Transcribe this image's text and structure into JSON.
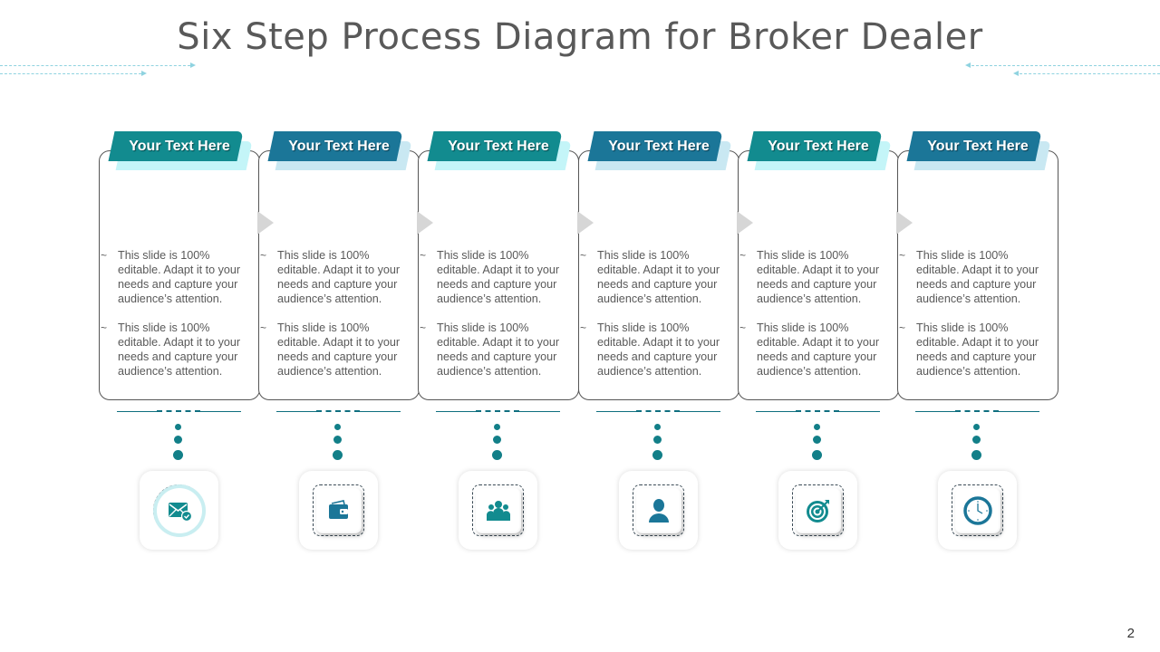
{
  "title": "Six Step Process Diagram for Broker Dealer",
  "page_number": "2",
  "colors": {
    "teal": "#128B8F",
    "teal_shadow": "#C4F5F8",
    "blue": "#1B7698",
    "blue_shadow": "#C9E8F2",
    "body_text": "#595959",
    "connector": "#127F88"
  },
  "steps": [
    {
      "heading": "Your Text Here",
      "theme": "teal",
      "icon": "email-check-icon",
      "bullets": [
        "This slide is 100% editable. Adapt it to your needs and capture your audience’s attention.",
        "This slide is 100% editable. Adapt it to your needs and capture your audience’s attention."
      ]
    },
    {
      "heading": "Your Text Here",
      "theme": "blue",
      "icon": "wallet-icon",
      "bullets": [
        "This slide is 100% editable. Adapt it to your needs and capture your audience’s attention.",
        "This slide is 100% editable. Adapt it to your needs and capture your audience’s attention."
      ]
    },
    {
      "heading": "Your Text Here",
      "theme": "teal",
      "icon": "team-icon",
      "bullets": [
        "This slide is 100% editable. Adapt it to your needs and capture your audience’s attention.",
        "This slide is 100% editable. Adapt it to your needs and capture your audience’s attention."
      ]
    },
    {
      "heading": "Your Text Here",
      "theme": "blue",
      "icon": "user-icon",
      "bullets": [
        "This slide is 100% editable. Adapt it to your needs and capture your audience’s attention.",
        "This slide is 100% editable. Adapt it to your needs and capture your audience’s attention."
      ]
    },
    {
      "heading": "Your Text Here",
      "theme": "teal",
      "icon": "target-icon",
      "bullets": [
        "This slide is 100% editable. Adapt it to your needs and capture your audience’s attention.",
        "This slide is 100% editable. Adapt it to your needs and capture your audience’s attention."
      ]
    },
    {
      "heading": "Your Text Here",
      "theme": "blue",
      "icon": "clock-icon",
      "bullets": [
        "This slide is 100% editable. Adapt it to your needs and capture your audience’s attention.",
        "This slide is 100% editable. Adapt it to your needs and capture your audience’s attention."
      ]
    }
  ]
}
